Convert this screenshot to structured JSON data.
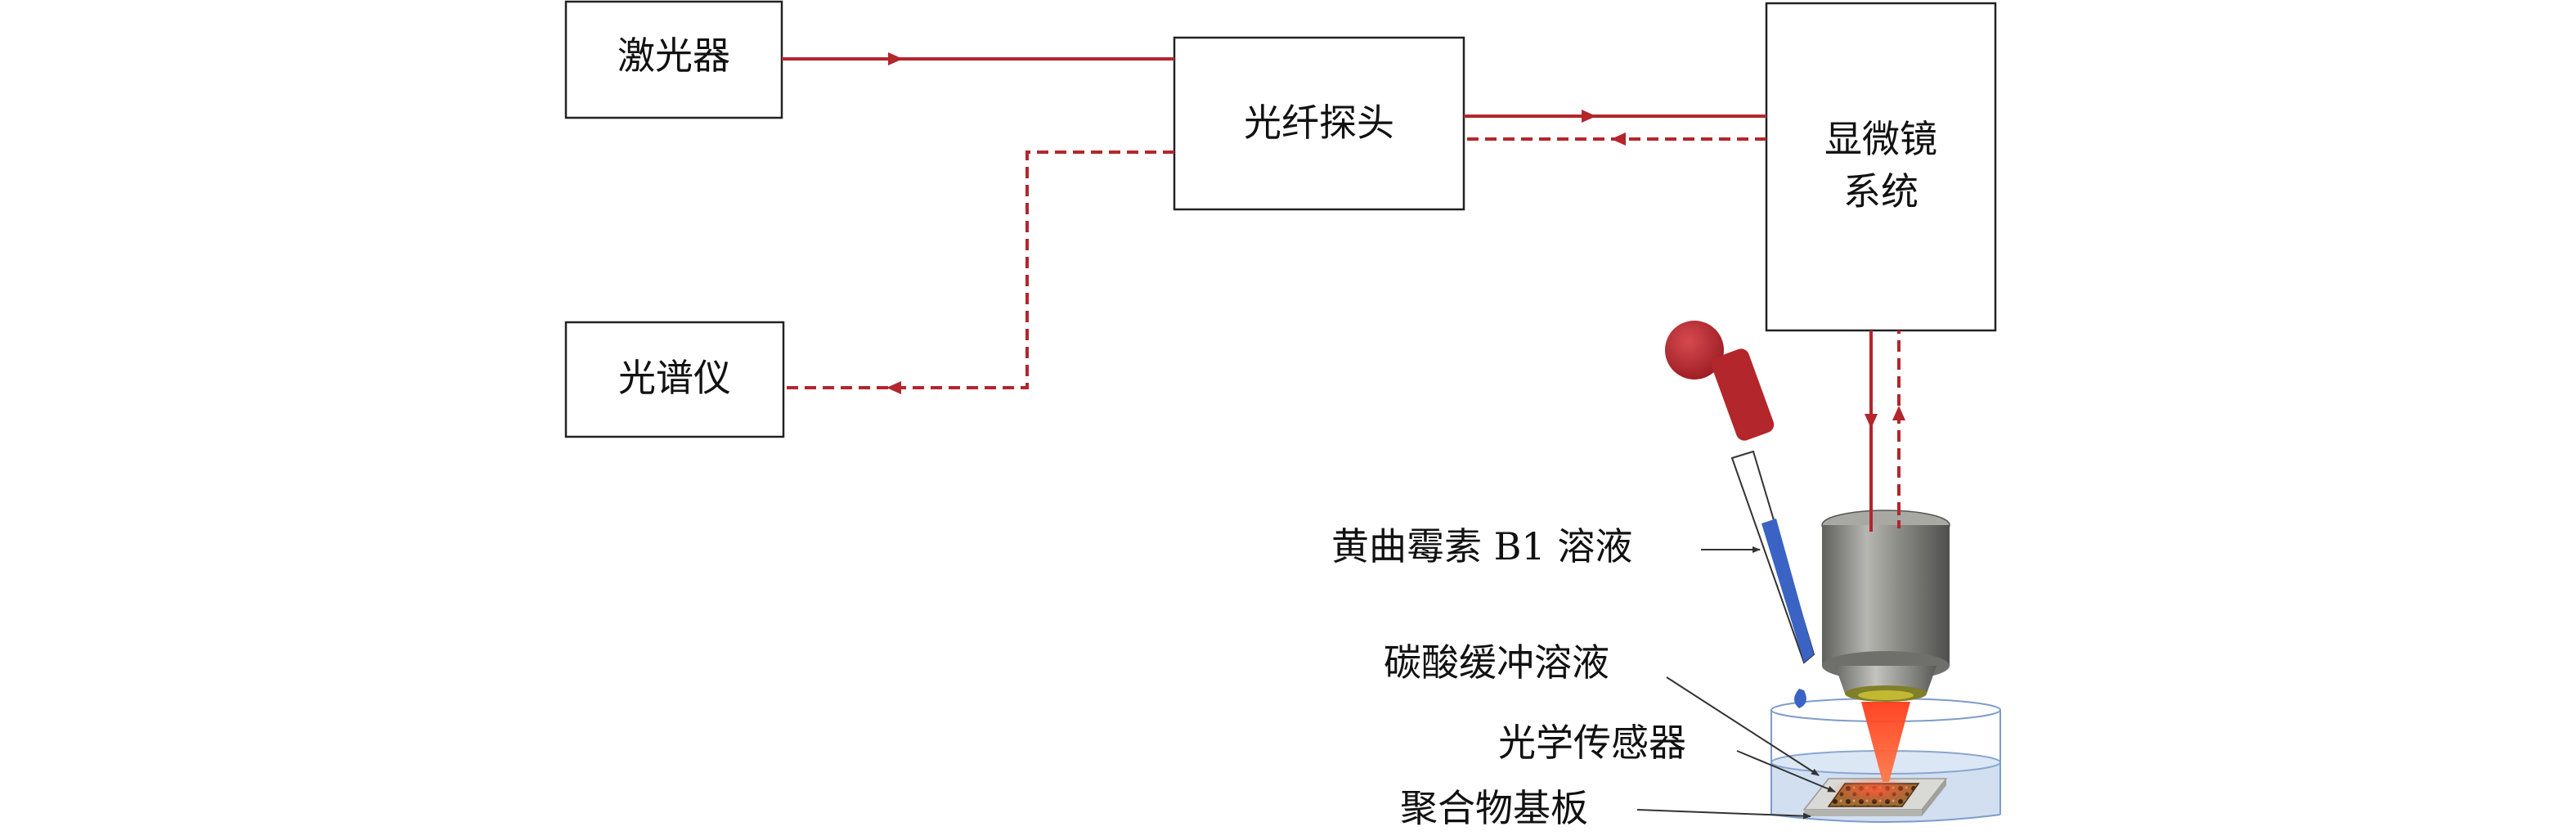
{
  "boxes": {
    "laser": "激光器",
    "probe": "光纤探头",
    "microscope_line1": "显微镜",
    "microscope_line2": "系统",
    "spectrometer": "光谱仪"
  },
  "labels": {
    "aflatoxin_solution": "黄曲霉素 B1 溶液",
    "carbonate_buffer": "碳酸缓冲溶液",
    "optical_sensor": "光学传感器",
    "polymer_substrate": "聚合物基板"
  },
  "colors": {
    "beam": "#b3262c",
    "dropper_bulb": "#b3262c",
    "solution_blue": "#3a63c4",
    "lens_grey": "#8e8e8a",
    "laser_spot": "#ff2a1a",
    "dish_water": "#c9d9ef",
    "sensor_brown": "#8a5a2a"
  }
}
